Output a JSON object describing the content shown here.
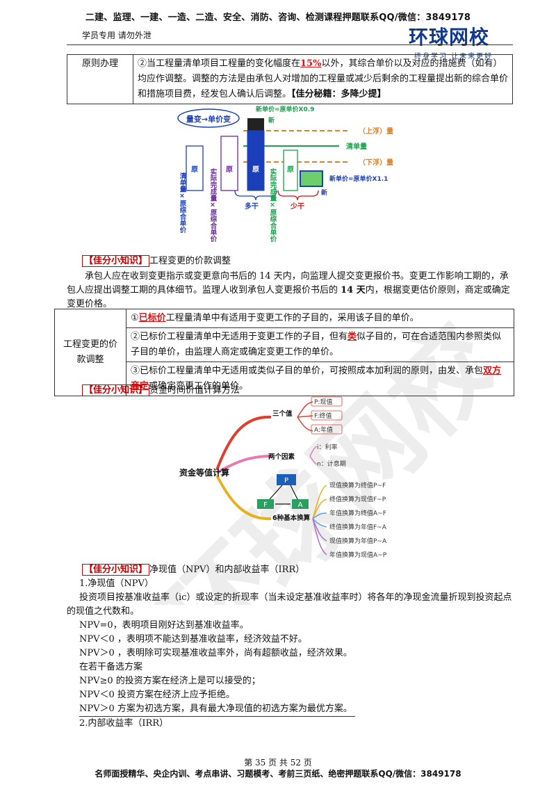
{
  "header": {
    "top_line": "二建、监理、一建、一造、二造、安全、消防、咨询、检测课程押题联系QQ/微信：3849178",
    "student_note": "学员专用 请勿外泄",
    "logo_text": "环球网校",
    "logo_slogan": "终身学习 让未来更好"
  },
  "table1": {
    "label": "原则办理",
    "text_a": "②当工程量清单项目工程量的变化幅度在",
    "highlight": "15%",
    "text_b": "以外，其综合单价以及对应的措施费（如有）均应作调整。调整的方法是由承包人对增加的工程量或减少后剩余的工程量提出新的综合单价和措施项目费，经发包人确认后调整。",
    "tip": "【佳分秘籍：多降少提】"
  },
  "diagram1": {
    "bubble": "量变→单价变",
    "top_formula": "新单价=原单价X0.9",
    "new_top": "新",
    "upper_float": "（上浮）量",
    "bill_qty": "清单量",
    "lower_float": "（下浮）量",
    "bottom_formula": "新单价=原单价X1.1",
    "new_bottom": "新",
    "yuan": "原",
    "more_label": "多干",
    "less_label": "少干",
    "left_label": "清单量×原综合单价",
    "mid_label": "实际完成量×原综合单价",
    "right_label": "实际完成量×原综合单价"
  },
  "section1": {
    "tag": "【佳分小知识】",
    "title": "工程变更的价款调整",
    "para_a": "承包人应在收到变更指示或变更意向书后的 14 天内，向监理人提交变更报价书。变更工作影响工期的，承包人应提出调整工期的具体细节。监理人收到承包人变更报价书后的 ",
    "para_bold": "14 天",
    "para_b": "内，根据变更估价原则，商定或确定变更价格。"
  },
  "table2": {
    "label": "工程变更的价款调整",
    "r1_a": "①",
    "r1_red": "已标价",
    "r1_b": "工程量清单中有适用于变更工作的子目的，采用该子目的单价。",
    "r2_a": "②已标价工程量清单中无适用于变更工作的子目，但有",
    "r2_red": "类",
    "r2_b": "似子目的，可在合适范围内参照类似子目的单价，由监理人商定或确定变更工作的单价。",
    "r3_a": "③已标价工程量清单中无适用或类似子目的单价，可按照成本加利润的原则，由发、承包",
    "r3_red": "双方商定",
    "r3_b": "或确定变更工作的单价。"
  },
  "section2": {
    "tag": "【佳分小知识】",
    "title": "资金时间价值计算方法"
  },
  "mindmap": {
    "center": "资金等值计算",
    "branch1": "三个值",
    "b1_items": [
      "P:现值",
      "F:终值",
      "A:年值"
    ],
    "branch2": "两个因素",
    "b2_items": [
      "i：利率",
      "n：计息期"
    ],
    "branch3": "6种基本换算",
    "nodes": [
      "P",
      "F",
      "A"
    ],
    "b3_items": [
      "现值换算为终值P~F",
      "终值换算为现值F~P",
      "年值换算为终值A~F",
      "终值换算为年值F~A",
      "现值换算为年值P~A",
      "年值换算为现值A~P"
    ]
  },
  "section3": {
    "tag": "【佳分小知识】",
    "title": "净现值（NPV）和内部收益率（IRR）",
    "h1": "1.净现值（NPV）",
    "p1": "投资项目按基准收益率（ic）或设定的折现率（当未设定基准收益率时）将各年的净现金流量折现到投资起点的现值之代数和。",
    "l1": "NPV=0，表明项目刚好达到基准收益率。",
    "l2": "NPV＜0 ，表明项不能达到基准收益率，经济效益不好。",
    "l3": "NPV＞0 ，表明除可实现基准收益率外，尚有超额收益，经济效果。",
    "l4": "在若干备选方案",
    "l5": "NPV≥0 的投资方案在经济上是可以接受的；",
    "l6": "NPV＜0 投资方案在经济上应予拒绝。",
    "l7": "NPV＞0 方案为初选方案，具有最大净现值的初选方案为最优方案。",
    "h2": "2.内部收益率（IRR）"
  },
  "footer": {
    "page": "第 35 页 共 52 页",
    "line": "名师面授精华、央企内训、考点串讲、习题模考、考前三页纸、绝密押题联系QQ/微信：3849178"
  },
  "watermark": {
    "text": "环球网校"
  },
  "colors": {
    "blue": "#1a3fb8",
    "purple": "#6a2a9a",
    "green": "#18a04a",
    "red": "#d11111",
    "orange": "#d9822b"
  }
}
